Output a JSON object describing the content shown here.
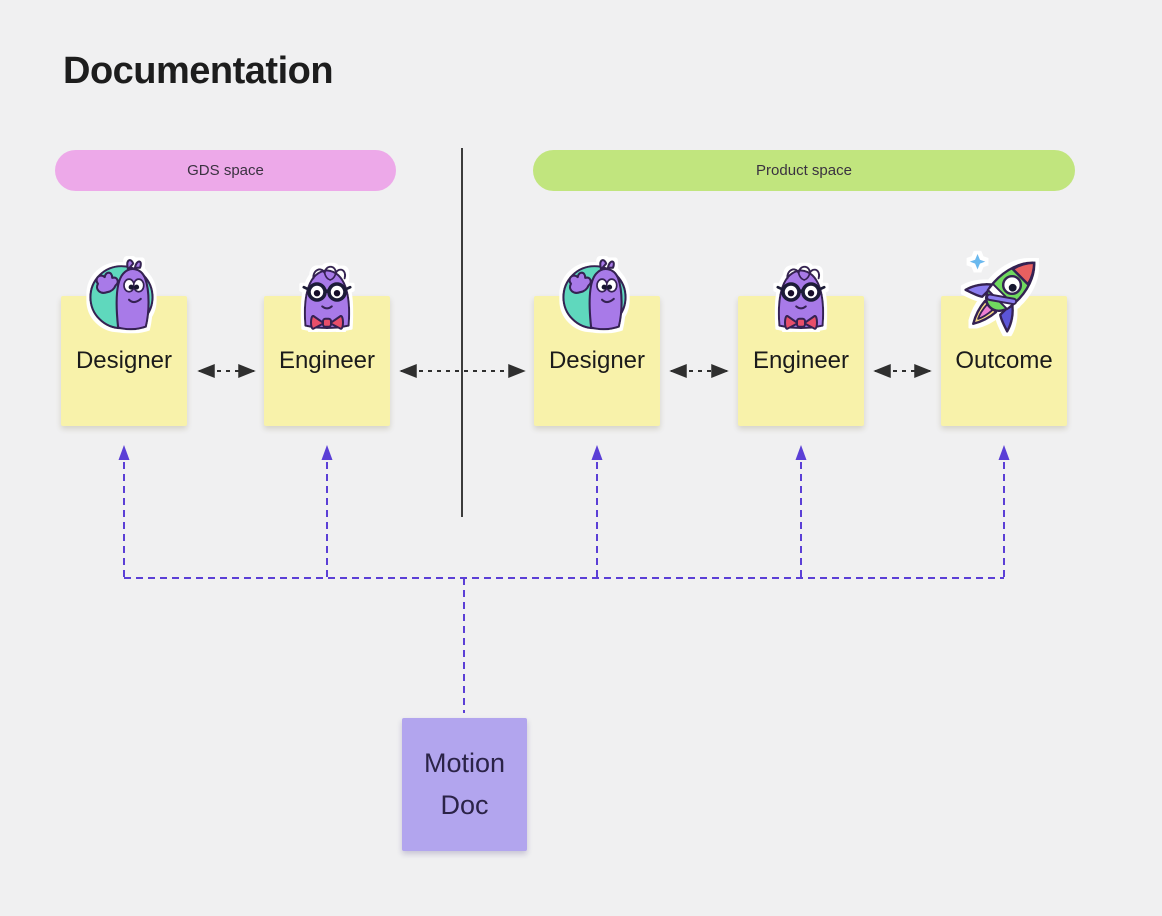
{
  "title": "Documentation",
  "spaces": {
    "gds": {
      "label": "GDS space",
      "color": "#eda9e9"
    },
    "product": {
      "label": "Product space",
      "color": "#c1e57e"
    }
  },
  "notes": [
    {
      "label": "Designer",
      "space": "GDS space",
      "sticker": "designer-character"
    },
    {
      "label": "Engineer",
      "space": "GDS space",
      "sticker": "engineer-character"
    },
    {
      "label": "Designer",
      "space": "Product space",
      "sticker": "designer-character"
    },
    {
      "label": "Engineer",
      "space": "Product space",
      "sticker": "engineer-character"
    },
    {
      "label": "Outcome",
      "space": "Product space",
      "sticker": "rocket"
    }
  ],
  "motion_doc": {
    "label": "Motion Doc",
    "color": "#b2a5ee"
  },
  "connections": {
    "peer_arrows": [
      {
        "from": "Designer (GDS)",
        "to": "Engineer (GDS)",
        "style": "dashed-double-arrow"
      },
      {
        "from": "Engineer (GDS)",
        "to": "Designer (Product)",
        "style": "dashed-double-arrow"
      },
      {
        "from": "Designer (Product)",
        "to": "Engineer (Product)",
        "style": "dashed-double-arrow"
      },
      {
        "from": "Engineer (Product)",
        "to": "Outcome",
        "style": "dashed-double-arrow"
      }
    ],
    "motion_doc_links": {
      "from": "Motion Doc",
      "to": [
        "Designer (GDS)",
        "Engineer (GDS)",
        "Designer (Product)",
        "Engineer (Product)",
        "Outcome"
      ],
      "style": "dashed-arrow-up"
    }
  },
  "colors": {
    "background": "#f0f0f1",
    "note_yellow": "#f8f2aa",
    "note_purple": "#b2a5ee",
    "pill_pink": "#eda9e9",
    "pill_green": "#c1e57e",
    "connector_purple": "#5b3fd6",
    "arrow_dark": "#2f2f2f",
    "divider": "#3c3c3c",
    "title_text": "#1d1d1d"
  }
}
